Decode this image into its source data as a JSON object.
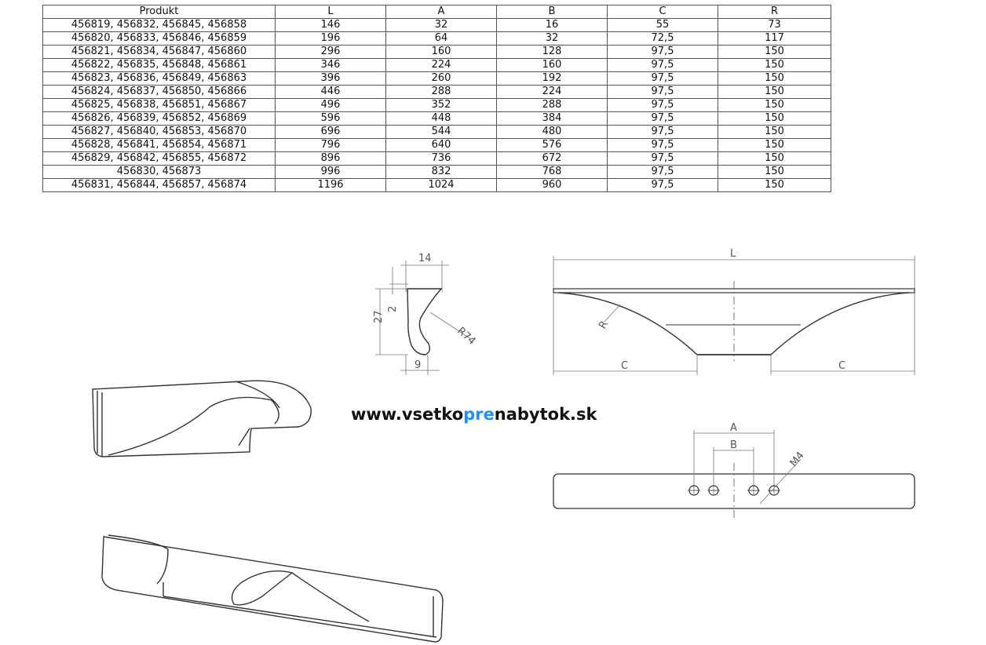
{
  "table": {
    "headers": [
      "Produkt",
      "L",
      "A",
      "B",
      "C",
      "R"
    ],
    "rows": [
      [
        "456819, 456832, 456845, 456858",
        "146",
        "32",
        "16",
        "55",
        "73"
      ],
      [
        "456820, 456833, 456846, 456859",
        "196",
        "64",
        "32",
        "72,5",
        "117"
      ],
      [
        "456821, 456834, 456847, 456860",
        "296",
        "160",
        "128",
        "97,5",
        "150"
      ],
      [
        "456822, 456835, 456848, 456861",
        "346",
        "224",
        "160",
        "97,5",
        "150"
      ],
      [
        "456823, 456836, 456849, 456863",
        "396",
        "260",
        "192",
        "97,5",
        "150"
      ],
      [
        "456824, 456837, 456850, 456866",
        "446",
        "288",
        "224",
        "97,5",
        "150"
      ],
      [
        "456825, 456838, 456851, 456867",
        "496",
        "352",
        "288",
        "97,5",
        "150"
      ],
      [
        "456826, 456839, 456852, 456869",
        "596",
        "448",
        "384",
        "97,5",
        "150"
      ],
      [
        "456827, 456840, 456853, 456870",
        "696",
        "544",
        "480",
        "97,5",
        "150"
      ],
      [
        "456828, 456841, 456854, 456871",
        "796",
        "640",
        "576",
        "97,5",
        "150"
      ],
      [
        "456829, 456842, 456855, 456872",
        "896",
        "736",
        "672",
        "97,5",
        "150"
      ],
      [
        "456830, 456873",
        "996",
        "832",
        "768",
        "97,5",
        "150"
      ],
      [
        "456831, 456844, 456857, 456874",
        "1196",
        "1024",
        "960",
        "97,5",
        "150"
      ]
    ]
  },
  "profile_view": {
    "dim_width": "14",
    "dim_height": "27",
    "dim_thickness": "2",
    "dim_radius": "R74",
    "dim_bottom": "9"
  },
  "front_view": {
    "dim_length": "L",
    "dim_radius": "R",
    "dim_left": "C",
    "dim_right": "C"
  },
  "top_view": {
    "dim_a": "A",
    "dim_b": "B",
    "dim_thread": "M4"
  },
  "website": {
    "prefix": "www.vsetko",
    "accent": "pre",
    "suffix": "nabytok.sk",
    "accent_color": "#1e90ff"
  }
}
